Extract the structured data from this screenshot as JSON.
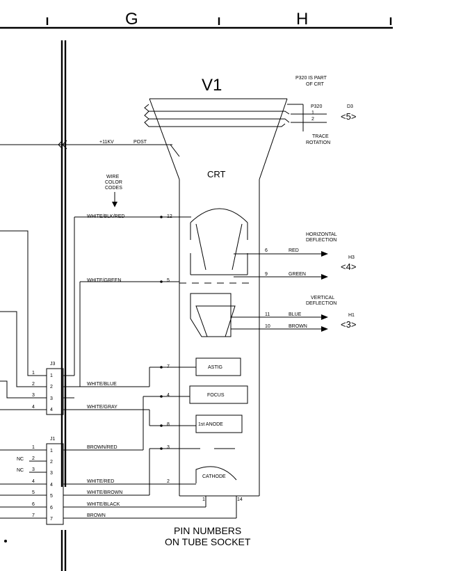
{
  "header": {
    "col_g": "G",
    "col_h": "H"
  },
  "tube": {
    "label": "V1",
    "crt_label": "CRT",
    "note_line1": "P320 IS PART",
    "note_line2": "OF CRT",
    "p320": "P320",
    "p320_pin1": "1",
    "p320_pin2": "2",
    "d3": "D3",
    "d3_ref": "<5>",
    "trace_line1": "TRACE",
    "trace_line2": "ROTATION",
    "hv_label": "+11KV",
    "post_label": "POST",
    "wire_codes_line1": "WIRE",
    "wire_codes_line2": "COLOR",
    "wire_codes_line3": "CODES",
    "horiz_line1": "HORIZONTAL",
    "horiz_line2": "DEFLECTION",
    "vert_line1": "VERTICAL",
    "vert_line2": "DEFLECTION",
    "h3": "H3",
    "h3_ref": "<4>",
    "h1": "H1",
    "h1_ref": "<3>",
    "astig": "ASTIG",
    "focus": "FOCUS",
    "anode": "1st ANODE",
    "cathode": "CATHODE",
    "socket_pin1": "1",
    "socket_pin14": "14",
    "socket_line1": "PIN NUMBERS",
    "socket_line2": "ON TUBE SOCKET"
  },
  "wires": {
    "white_blk_red": "WHITE/BLK/RED",
    "pin12": "12",
    "white_green": "WHITE/GREEN",
    "pin5": "5",
    "white_blue": "WHITE/BLUE",
    "pin7": "7",
    "white_gray": "WHITE/GRAY",
    "pin4": "4",
    "pin8": "8",
    "brown_red": "BROWN/RED",
    "pin3": "3",
    "white_red": "WHITE/RED",
    "pin2": "2",
    "white_brown": "WHITE/BROWN",
    "white_black": "WHITE/BLACK",
    "brown": "BROWN",
    "red": "RED",
    "pin6": "6",
    "green": "GREEN",
    "pin9": "9",
    "blue": "BLUE",
    "pin11": "11",
    "brown_v": "BROWN",
    "pin10": "10"
  },
  "j3": {
    "label": "J3",
    "pins": [
      "1",
      "2",
      "3",
      "4"
    ],
    "outer": [
      "1",
      "2",
      "3",
      "4"
    ]
  },
  "j1": {
    "label": "J1",
    "pins": [
      "1",
      "2",
      "3",
      "4",
      "5",
      "6",
      "7"
    ],
    "outer": [
      "1",
      "2",
      "3",
      "4",
      "5",
      "6",
      "7"
    ],
    "nc1": "NC",
    "nc2": "NC"
  }
}
